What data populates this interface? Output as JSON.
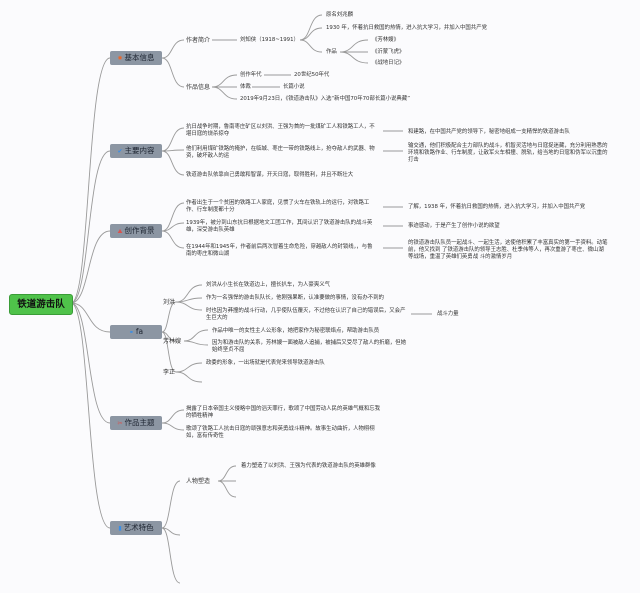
{
  "root": "铁道游击队",
  "branches": {
    "basic": {
      "label": "基本信息",
      "icon": "star-icon",
      "color": "#e8672c"
    },
    "content": {
      "label": "主要内容",
      "icon": "check-icon",
      "color": "#3a8ee6"
    },
    "background": {
      "label": "创作背景",
      "icon": "mountain-icon",
      "color": "#d9534f"
    },
    "characters": {
      "label": "fa",
      "icon": "link-icon",
      "color": "#3a8ee6"
    },
    "theme": {
      "label": "作品主题",
      "icon": "tools-icon",
      "color": "#d9534f"
    },
    "art": {
      "label": "艺术特色",
      "icon": "chart-icon",
      "color": "#3a8ee6"
    }
  },
  "basic": {
    "author_intro": "作者简介",
    "author": "刘知侠（1918~1991）",
    "original_name": "原名刘兆麟",
    "bio": "1930 年，怀着抗日救国的热情，进入抗大学习，并加入中国共产党",
    "works_label": "作品",
    "works": [
      "《芳林嫂》",
      "《沂蒙飞虎》",
      "《战地日记》"
    ],
    "work_info": "作品信息",
    "era_label": "创作年代",
    "era": "20世纪50年代",
    "genre_label": "体裁",
    "genre": "长篇小说",
    "honor": "2019年9月23日，《铁道游击队》入选“新中国70年70部长篇小说典藏”"
  },
  "content": {
    "items": [
      "抗日战争时期，鲁南枣庄矿区以刘洪、王强为首的一批煤矿工人和铁路工人，不堪日寇的烧杀掠夺",
      "他们利用煤矿铁路的掩护，在临城、枣庄一带的铁路线上，抢夺敌人的武器、物资，破坏敌人的运",
      "铁道游击队依靠自己勇敢和智谋，开天日寇，取得胜利，并且不断壮大"
    ],
    "details": [
      "和建路，在中国共产党的领导下，秘密地组成一支精悍的铁道游击队",
      "输交通，他们积极配合主力部队的战斗，机智灵活地与日寇捉迷藏，充分利用熟悉的环境和铁路作业、行车制度，让敌军火车相撞、脱轨，给当地的日寇和伪军以沉重的打击"
    ]
  },
  "background": {
    "items": [
      "作者出生于一个贫困的铁路工人家庭，见惯了火车在铁轨上的运行，对铁路工作、行车制度都十分",
      "1939年，被分到山东抗日根据地文工团工作，其间认识了铁道游击队的战斗英雄，深受游击队英雄",
      "在1944年和1945年，作者前后两次冒着生命危险，穿越敌人的封锁线，，与鲁南的枣庄和微山湖"
    ],
    "details": [
      "了解，1938 年，怀着抗日救国的热情，进入抗大学习，并加入中国共产党",
      "事迹感动，于是产生了创作小说的欲望",
      "的铁道游击队队员一起战斗、一起生活，这使他积累了丰富真实的第一手资料。动笔前，他又找到 了铁道游击队的领导王志胜、杜季伟等人，再次重游了枣庄、微山湖等战场，重温了英雄们英勇战 斗的激情岁月"
    ]
  },
  "characters": {
    "liuhong": {
      "name": "刘洪",
      "traits": [
        "刘洪从小生长在铁道边上，擅长扒车，为人豪爽义气",
        "作为一名强悍的游击队队长，他刚强果断，认准要做的事情，没有办不到的",
        "时也因为莽撞的战斗行动，几乎使队伍覆灭，不过他在认识了自己的错误后，又会产生巨大的"
      ],
      "extra": "战斗力量"
    },
    "fanglinsao": {
      "name": "芳林嫂",
      "traits": [
        "作品中唯一的女性主人公形象，她把家作为秘密联络点，帮助游击队员",
        "因为和游击队的关系，芳林嫂一面被敌人追捕，被捕后又受尽了敌人的折磨，但她始终坚贞不屈"
      ]
    },
    "lizheng": {
      "name": "李正",
      "traits": [
        "政委的形象，一出场就是代表党来领导铁道游击队"
      ]
    }
  },
  "theme": {
    "items": [
      "揭露了日本帝国主义侵略中国的滔天罪行，歌颂了中国劳动人民的英雄气概和忘我的牺牲精神",
      "歌颂了铁路工人抗击日寇的顽强意志和英勇战斗精神。故事生动曲折，人物栩栩如，富有传奇性"
    ]
  },
  "art": {
    "character_label": "人物塑造",
    "character_detail": "着力塑造了以刘洪、王强为代表的铁道游击队的英雄群像"
  }
}
